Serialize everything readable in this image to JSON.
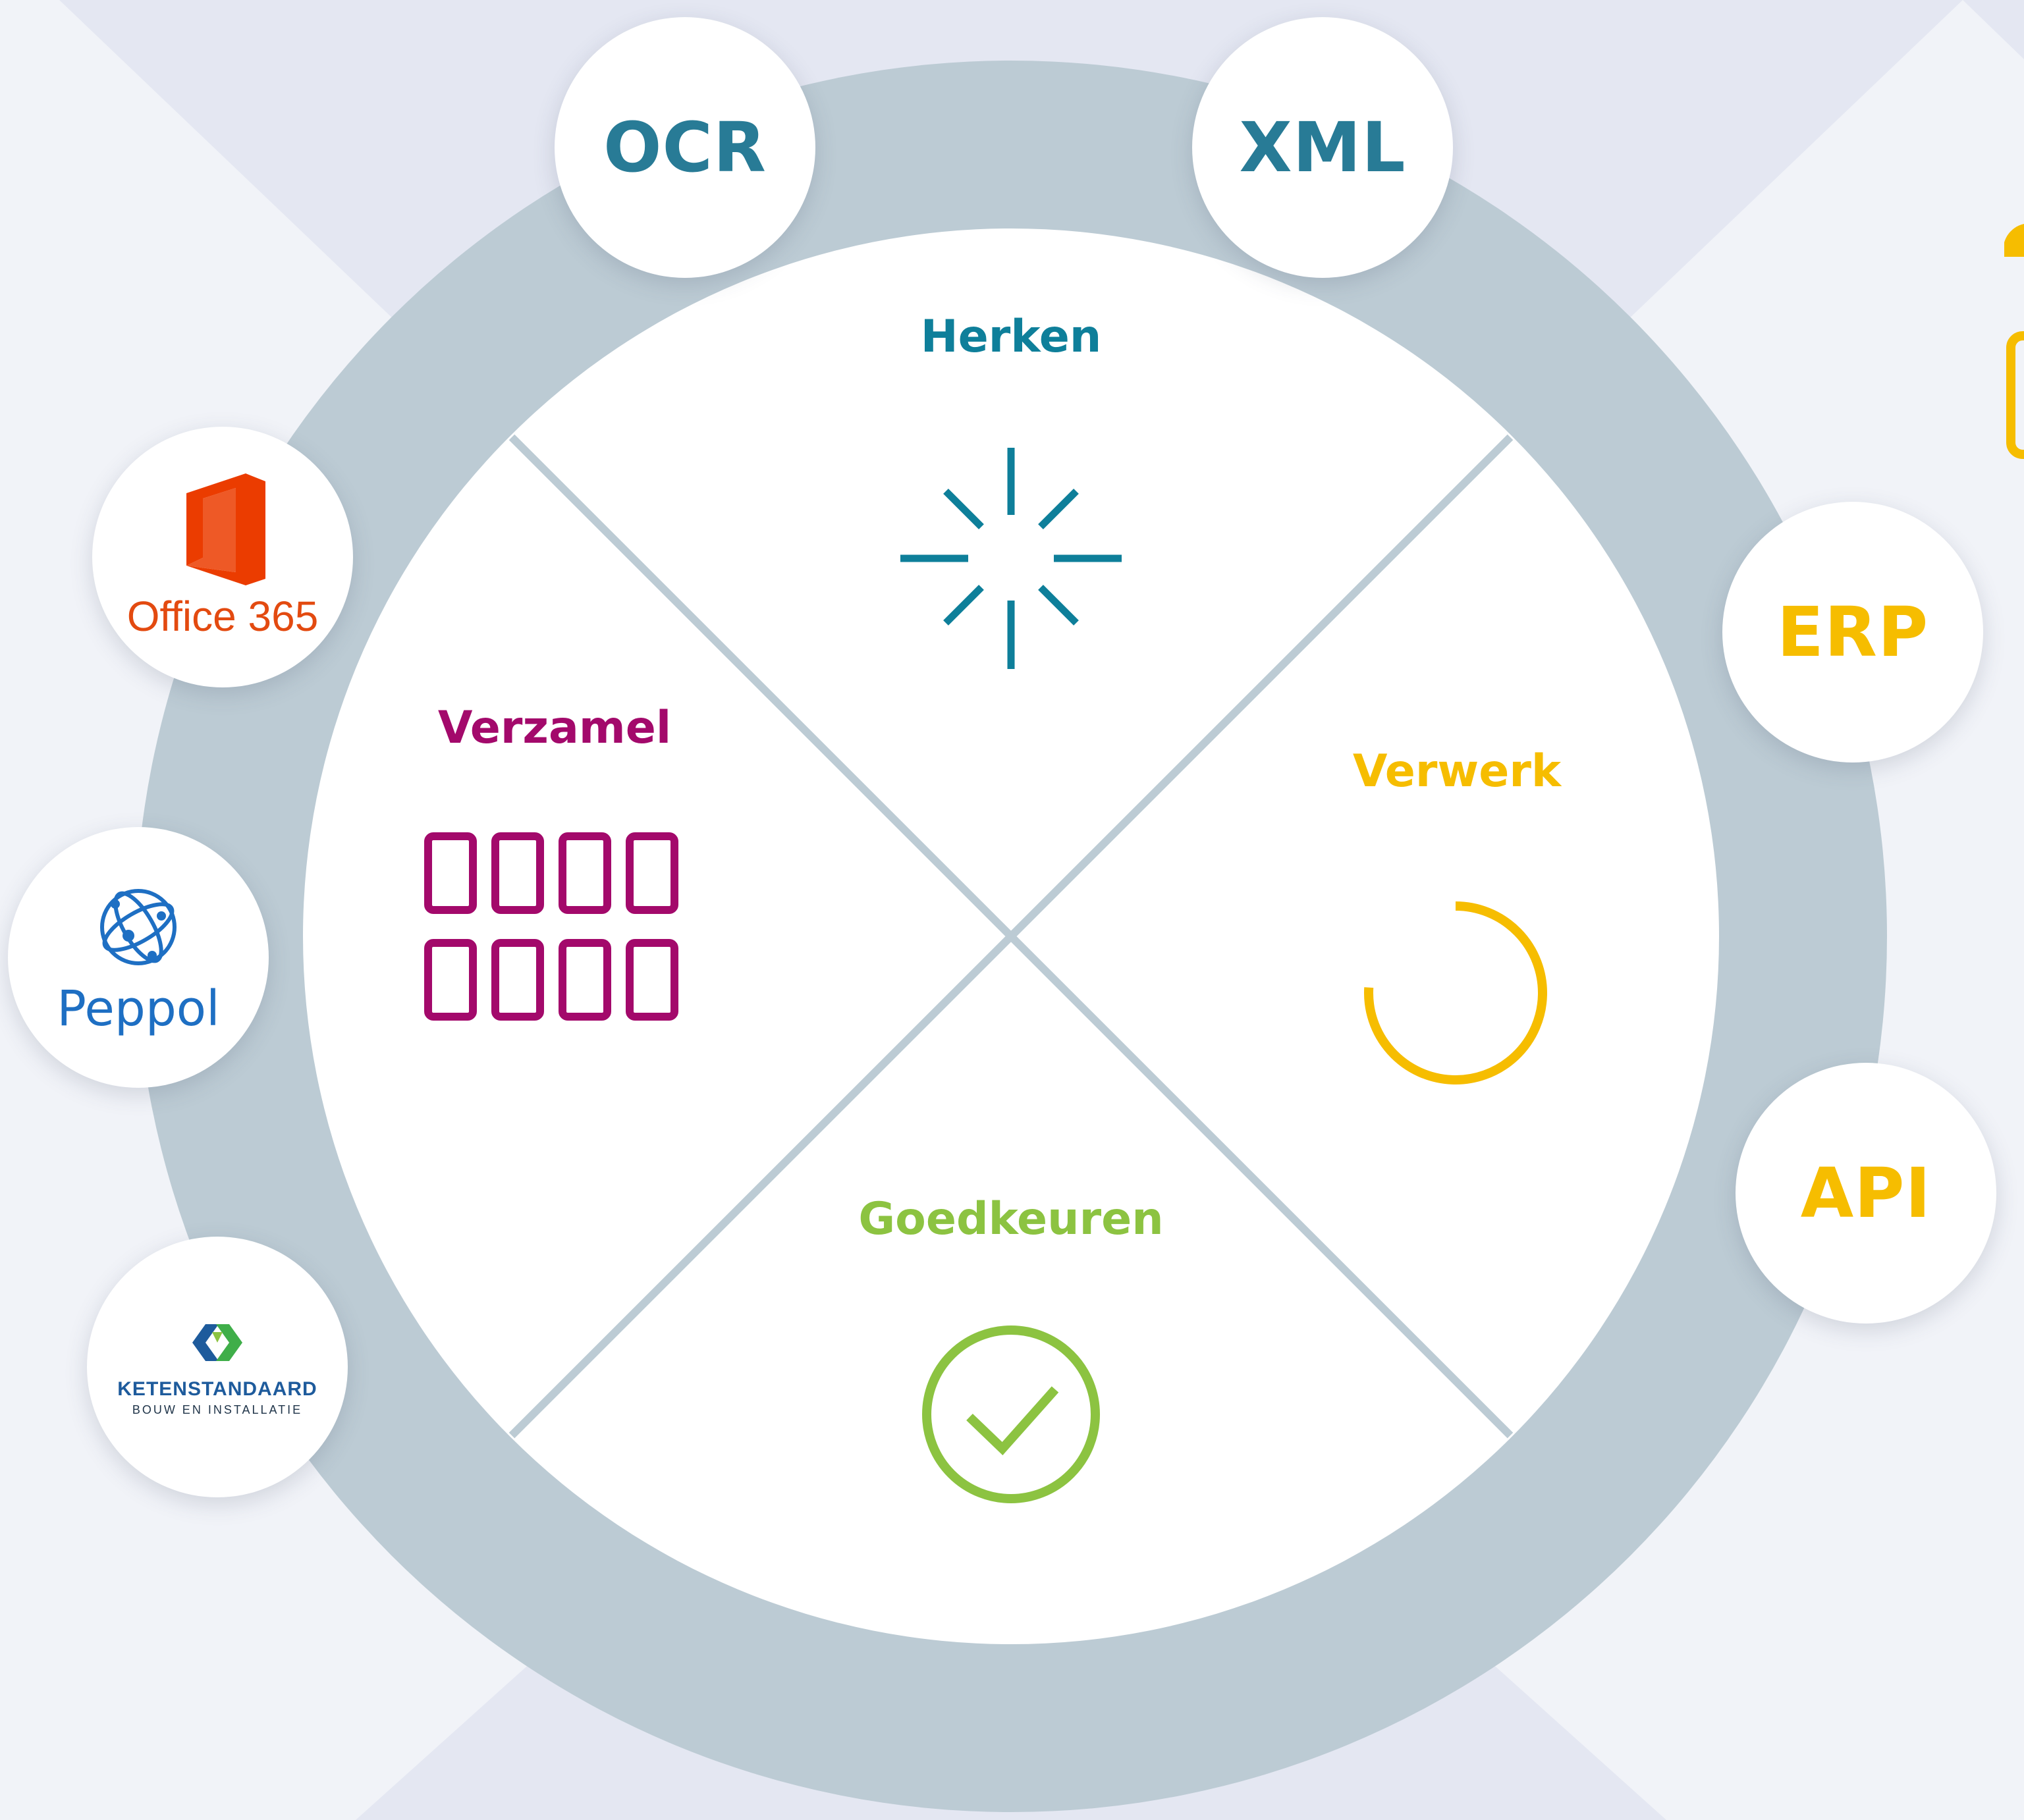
{
  "colors": {
    "background": "#f1f3f8",
    "background_diagonal": "#e4e7f2",
    "ring": "#bccbd4",
    "divider": "#bccbd4",
    "herken": "#0e7f9a",
    "verzamel": "#a3096b",
    "verwerk": "#f6bd00",
    "goedkeuren": "#8cc341",
    "ocr_xml": "#287b96",
    "erp_api": "#f6bd00"
  },
  "segments": {
    "herken": {
      "label": "Herken",
      "icon": "loading-burst-icon"
    },
    "verzamel": {
      "label": "Verzamel",
      "icon": "grid-boxes-icon"
    },
    "verwerk": {
      "label": "Verwerk",
      "icon": "progress-circle-icon",
      "progress": 0.76
    },
    "goedkeuren": {
      "label": "Goedkeuren",
      "icon": "check-circle-icon"
    }
  },
  "integrations": {
    "ocr": "OCR",
    "xml": "XML",
    "erp": "ERP",
    "api": "API",
    "office365": {
      "text": "Office 365",
      "icon": "office365-logo-icon"
    },
    "peppol": {
      "text": "Peppol",
      "icon": "peppol-logo-icon"
    },
    "ketenstandaard": {
      "title": "KETENSTANDAARD",
      "subtitle": "BOUW EN INSTALLATIE",
      "icon": "ketenstandaard-logo-icon"
    }
  }
}
